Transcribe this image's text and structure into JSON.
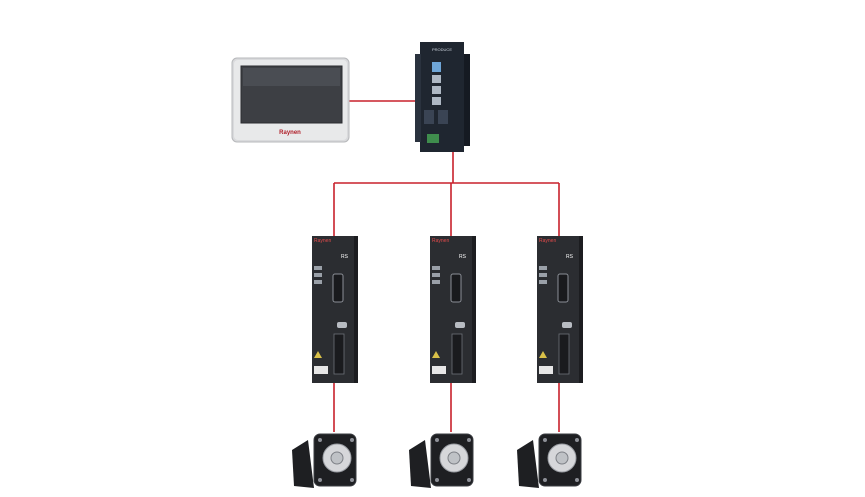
{
  "diagram": {
    "hmi": {
      "brand": "Raynen"
    },
    "controller": {
      "label": "PRODUCE"
    },
    "drives": [
      {
        "brand": "Raynen",
        "model": "RS"
      },
      {
        "brand": "Raynen",
        "model": "RS"
      },
      {
        "brand": "Raynen",
        "model": "RS"
      }
    ],
    "motors": [
      {},
      {},
      {}
    ],
    "colors": {
      "wire": "#c8202c",
      "hmi_frame": "#d9dadc",
      "hmi_screen": "#3d3f44",
      "controller_body": "#1f2630",
      "drive_body": "#2b2d31",
      "motor_body": "#1e1f22"
    }
  }
}
